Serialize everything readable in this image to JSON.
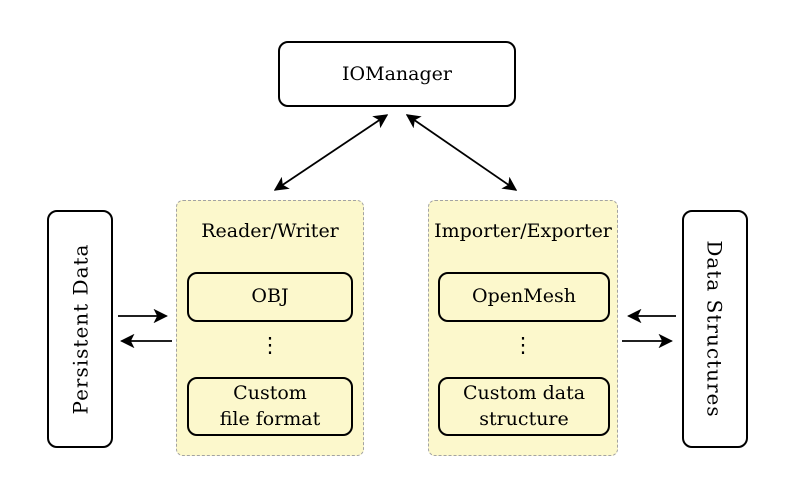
{
  "nodes": {
    "io_manager": "IOManager",
    "persistent_data": "Persistent Data",
    "data_structures": "Data Structures"
  },
  "groups": {
    "reader_writer": {
      "label": "Reader/Writer",
      "items": [
        "OBJ",
        "Custom\nfile format"
      ],
      "ellipsis": "⋮"
    },
    "importer_exporter": {
      "label": "Importer/Exporter",
      "items": [
        "OpenMesh",
        "Custom data\nstructure"
      ],
      "ellipsis": "⋮"
    }
  },
  "edges": [
    {
      "from": "IOManager",
      "to": "Reader/Writer",
      "direction": "bidirectional"
    },
    {
      "from": "IOManager",
      "to": "Importer/Exporter",
      "direction": "bidirectional"
    },
    {
      "from": "Persistent Data",
      "to": "Reader/Writer",
      "direction": "forward"
    },
    {
      "from": "Reader/Writer",
      "to": "Persistent Data",
      "direction": "forward"
    },
    {
      "from": "Data Structures",
      "to": "Importer/Exporter",
      "direction": "forward"
    },
    {
      "from": "Importer/Exporter",
      "to": "Data Structures",
      "direction": "forward"
    }
  ],
  "colors": {
    "group_fill": "#FCF8CC",
    "group_border": "#A3A3A3",
    "node_fill": "#FFFFFF",
    "ink": "#000000"
  }
}
